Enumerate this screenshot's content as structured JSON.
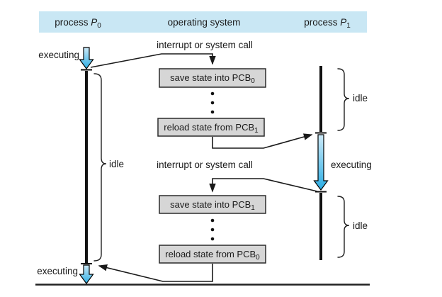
{
  "header": {
    "p0": {
      "text": "process ",
      "var": "P",
      "sub": "0"
    },
    "os": "operating system",
    "p1": {
      "text": "process ",
      "var": "P",
      "sub": "1"
    }
  },
  "events": {
    "interrupt_top": "interrupt or system call",
    "interrupt_mid": "interrupt or system call"
  },
  "timeline_labels": {
    "executing_p0_top": "executing",
    "idle_p0": "idle",
    "executing_p0_bottom": "executing",
    "idle_p1_top": "idle",
    "executing_p1": "executing",
    "idle_p1_bottom": "idle"
  },
  "boxes": [
    {
      "label": "save state into PCB",
      "sub": "0"
    },
    {
      "label": "reload state from PCB",
      "sub": "1"
    },
    {
      "label": "save state into PCB",
      "sub": "1"
    },
    {
      "label": "reload state from PCB",
      "sub": "0"
    }
  ],
  "colors": {
    "header_bg": "#c9e7f4",
    "box_fill": "#d6d6d6",
    "arrow_top": "#cdeaf8",
    "arrow_bottom": "#2aade4"
  }
}
